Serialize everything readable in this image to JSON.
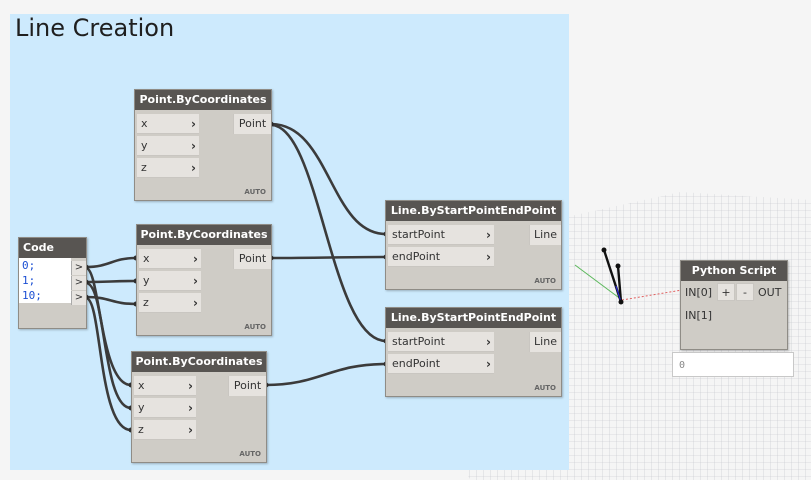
{
  "group": {
    "title": "Line Creation"
  },
  "code_block": {
    "title": "Code Block",
    "lines": [
      "0;",
      "1;",
      "10;"
    ],
    "output_glyph": ">"
  },
  "point_nodes": [
    {
      "title": "Point.ByCoordinates",
      "inputs": [
        "x",
        "y",
        "z"
      ],
      "output": "Point",
      "lacing": "AUTO"
    },
    {
      "title": "Point.ByCoordinates",
      "inputs": [
        "x",
        "y",
        "z"
      ],
      "output": "Point",
      "lacing": "AUTO"
    },
    {
      "title": "Point.ByCoordinates",
      "inputs": [
        "x",
        "y",
        "z"
      ],
      "output": "Point",
      "lacing": "AUTO"
    }
  ],
  "line_nodes": [
    {
      "title": "Line.ByStartPointEndPoint",
      "inputs": [
        "startPoint",
        "endPoint"
      ],
      "output": "Line",
      "lacing": "AUTO"
    },
    {
      "title": "Line.ByStartPointEndPoint",
      "inputs": [
        "startPoint",
        "endPoint"
      ],
      "output": "Line",
      "lacing": "AUTO"
    }
  ],
  "python_node": {
    "title": "Python Script",
    "inputs": [
      "IN[0]",
      "IN[1]"
    ],
    "add_label": "+",
    "remove_label": "-",
    "output": "OUT"
  },
  "watch_value": "0",
  "colors": {
    "group_bg": "#cdeafd",
    "node_header": "#585552",
    "node_body": "#cfccc6",
    "wire": "#3b3b3b",
    "code_number": "#1b4fd3"
  }
}
